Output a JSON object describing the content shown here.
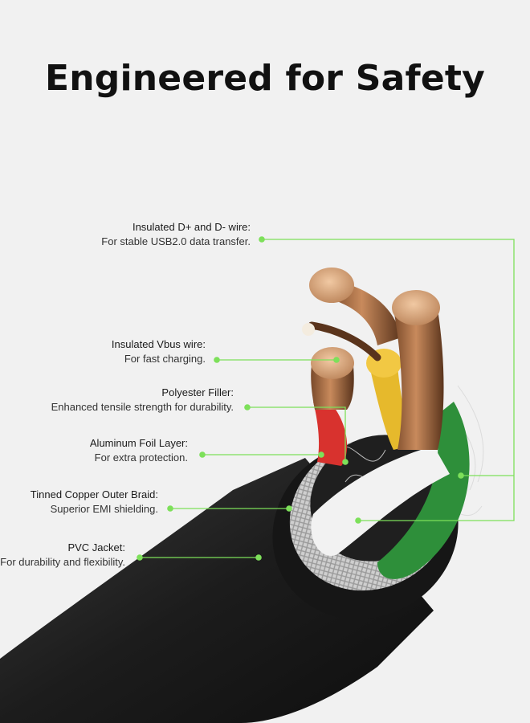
{
  "title": "Engineered for Safety",
  "accent_color": "#7de05a",
  "labels": [
    {
      "heading": "Insulated D+ and D- wire:",
      "detail": "For stable USB2.0 data transfer."
    },
    {
      "heading": "Insulated Vbus wire:",
      "detail": "For fast charging."
    },
    {
      "heading": "Polyester Filler:",
      "detail": "Enhanced tensile strength for durability."
    },
    {
      "heading": "Aluminum Foil Layer:",
      "detail": "For extra protection."
    },
    {
      "heading": "Tinned Copper Outer Braid:",
      "detail": "Superior EMI shielding."
    },
    {
      "heading": "PVC Jacket:",
      "detail": "For durability and flexibility."
    }
  ]
}
